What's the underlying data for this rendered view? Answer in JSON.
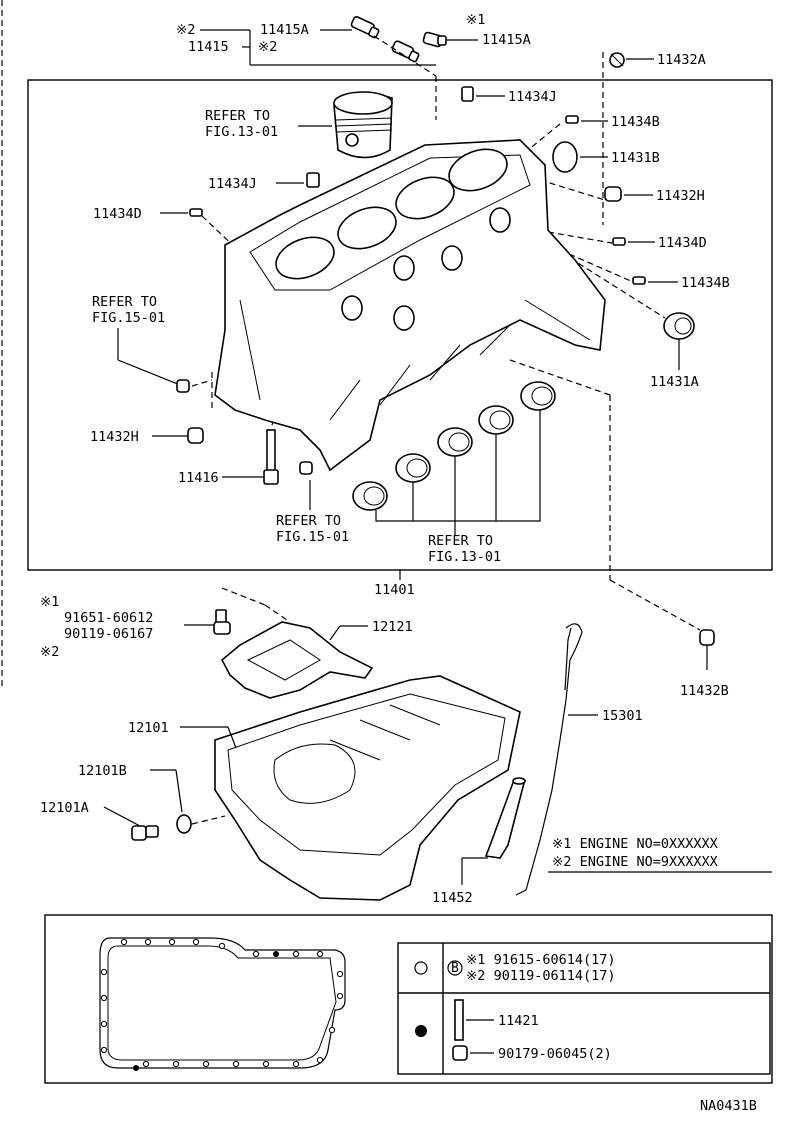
{
  "labels": {
    "p11415A_top": "11415A",
    "p11415A_right": "11415A",
    "note1_top": "※1",
    "note2_top": "※2",
    "note2_mid": "※2",
    "p11415": "11415",
    "p11432A": "11432A",
    "p11434J_top": "11434J",
    "p11434B_top": "11434B",
    "p11431B": "11431B",
    "p11432H_right": "11432H",
    "p11434J_left": "11434J",
    "p11434D_left": "11434D",
    "p11434D_right": "11434D",
    "p11434B_right": "11434B",
    "p11431A": "11431A",
    "p11432H_left": "11432H",
    "p11416": "11416",
    "p11401": "11401",
    "refer_to": "REFER TO",
    "fig1301_a": "FIG.13-01",
    "fig1501_a": "FIG.15-01",
    "fig1501_b": "FIG.15-01",
    "fig1301_b": "FIG.13-01",
    "note1_left": "※1",
    "bolt_91651": "91651-60612",
    "bolt_90119": "90119-06167",
    "note2_left": "※2",
    "p12121": "12121",
    "p11432B": "11432B",
    "p12101": "12101",
    "p15301": "15301",
    "p12101B": "12101B",
    "p12101A": "12101A",
    "p11452": "11452",
    "engine_note1": "※1 ENGINE NO=0XXXXXX",
    "engine_note2": "※2 ENGINE NO=9XXXXXX",
    "legend_row1a": "※1  91615-60614(17)",
    "legend_row1b": "※2  90119-06114(17)",
    "legend_b_mark": "B",
    "legend_11421": "11421",
    "legend_90179": "90179-06045(2)",
    "diagram_code": "NA0431B"
  },
  "colors": {
    "ink": "#000000",
    "paper": "#ffffff"
  },
  "icons": {
    "open_circle": "bolt-hole-open-icon",
    "filled_circle": "bolt-hole-filled-icon"
  }
}
